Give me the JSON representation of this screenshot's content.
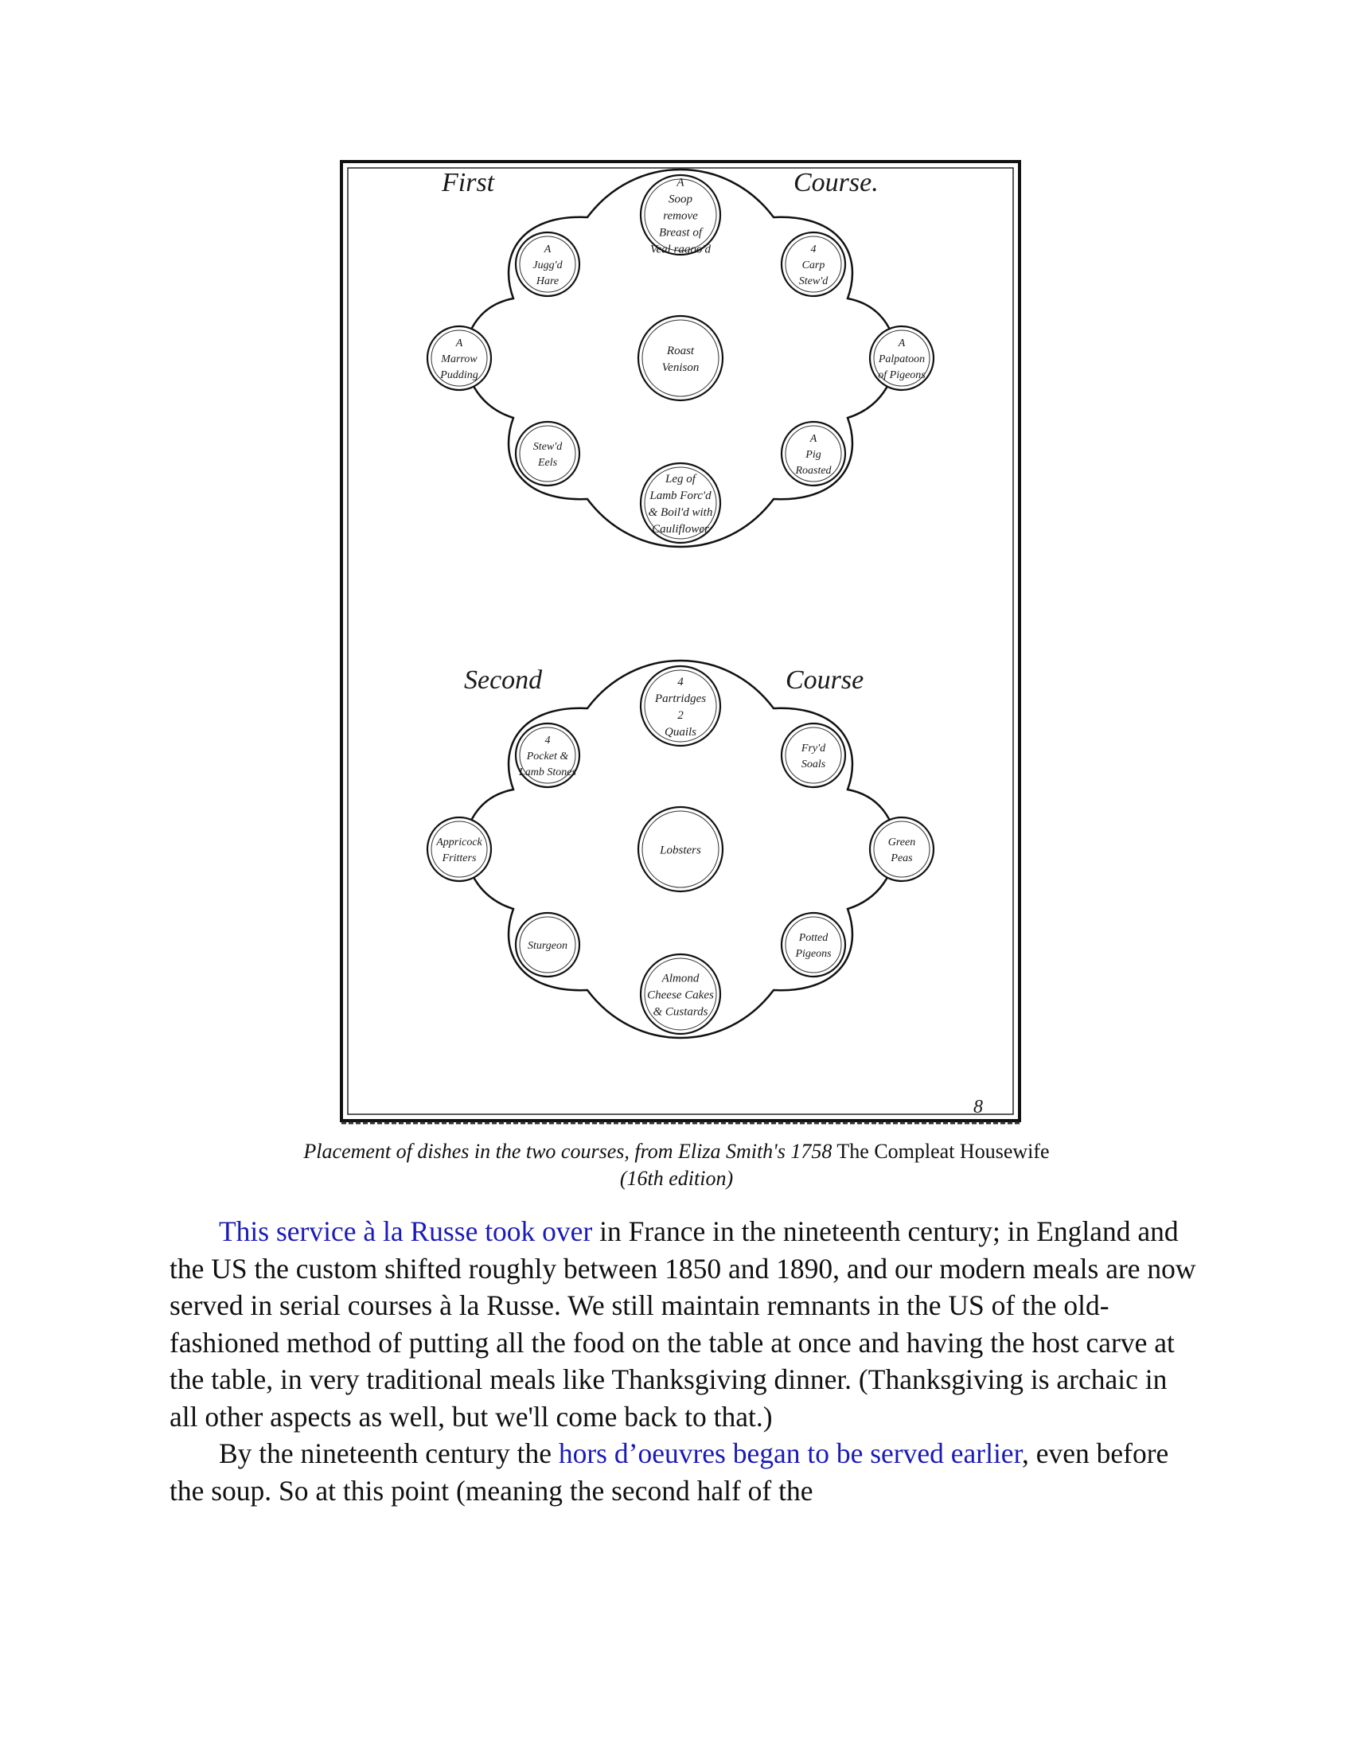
{
  "plate": {
    "first_heading_left": "First",
    "first_heading_right": "Course.",
    "second_heading_left": "Second",
    "second_heading_right": "Course",
    "plate_number": "8",
    "first_course_dishes": {
      "top": [
        "A",
        "Soop",
        "remove",
        "Breast of",
        "Veal ragoo'd"
      ],
      "upper_left": [
        "A",
        "Jugg'd",
        "Hare"
      ],
      "upper_right": [
        "4",
        "Carp",
        "Stew'd"
      ],
      "left": [
        "A",
        "Marrow",
        "Pudding"
      ],
      "center": [
        "Roast",
        "Venison"
      ],
      "right": [
        "A",
        "Palpatoon",
        "of Pigeons"
      ],
      "lower_left": [
        "Stew'd",
        "Eels"
      ],
      "lower_right": [
        "A",
        "Pig",
        "Roasted"
      ],
      "bottom": [
        "Leg of",
        "Lamb Forc'd",
        "& Boil'd with",
        "Cauliflower"
      ]
    },
    "second_course_dishes": {
      "top": [
        "4",
        "Partridges",
        "2",
        "Quails"
      ],
      "upper_left": [
        "4",
        "Pocket &",
        "Lamb Stones"
      ],
      "upper_right": [
        "Fry'd",
        "Soals"
      ],
      "left": [
        "Appricock",
        "Fritters"
      ],
      "center": [
        "Lobsters"
      ],
      "right": [
        "Green",
        "Peas"
      ],
      "lower_left": [
        "Sturgeon"
      ],
      "lower_right": [
        "Potted",
        "Pigeons"
      ],
      "bottom": [
        "Almond",
        "Cheese Cakes",
        "& Custards"
      ]
    }
  },
  "caption": {
    "italic_part": "Placement of dishes in the two courses, from Eliza Smith's 1758",
    "title_part": "The Compleat Housewife",
    "edition": "(16th edition)"
  },
  "paragraphs": [
    {
      "link": "This service à la Russe took over",
      "rest": " in France in the nineteenth century; in England and the US the custom shifted roughly between 1850 and 1890, and our modern meals are now served in serial courses à la Russe. We still maintain remnants in the US of the old-fashioned method of putting all the food on the table at once and having the host carve at the table, in very traditional meals like Thanksgiving dinner. (Thanksgiving is archaic in all other aspects as well, but we'll come back to that.)"
    },
    {
      "before": "By the nineteenth century the ",
      "link": "hors d’oeuvres began to be served earlier",
      "after": ", even before the soup. So at this point (meaning the second half of the"
    }
  ]
}
